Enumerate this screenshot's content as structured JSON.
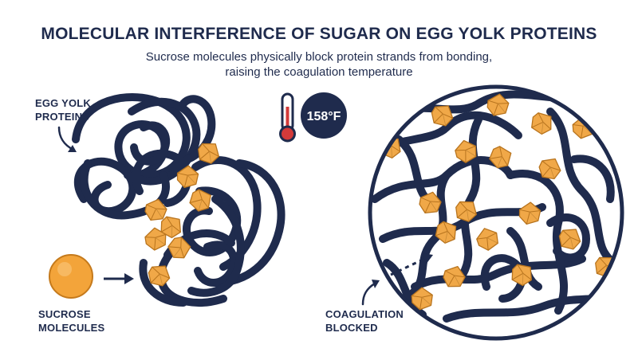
{
  "header": {
    "title": "MOLECULAR INTERFERENCE OF SUGAR ON EGG YOLK PROTEINS",
    "subtitle_line1": "Sucrose molecules physically block protein strands from bonding,",
    "subtitle_line2": "raising the coagulation temperature"
  },
  "labels": {
    "proteins_line1": "EGG YOLK",
    "proteins_line2": "PROTEINS",
    "sucrose_line1": "SUCROSE",
    "sucrose_line2": "MOLECULES",
    "blocked_line1": "COAGULATION",
    "blocked_line2": "BLOCKED"
  },
  "temperature": {
    "value": "158°F",
    "icon": "thermometer-icon"
  },
  "colors": {
    "navy": "#1f2b4d",
    "sugar_fill": "#f0a848",
    "sugar_stroke": "#b8741e",
    "sucrose_ball": "#f3a43a"
  }
}
